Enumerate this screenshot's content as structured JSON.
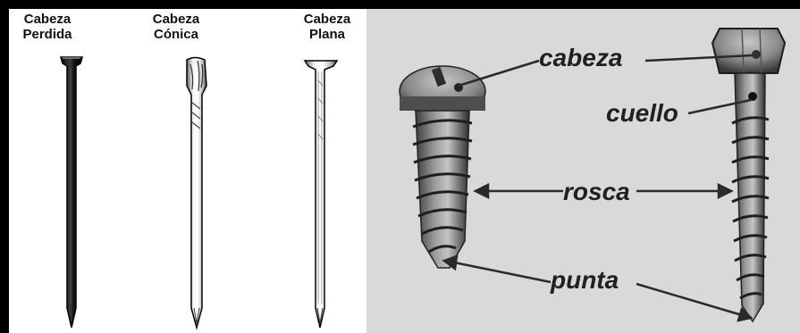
{
  "nails": [
    {
      "line1": "Cabeza",
      "line2": "Perdida"
    },
    {
      "line1": "Cabeza",
      "line2": "Cónica"
    },
    {
      "line1": "Cabeza",
      "line2": "Plana"
    }
  ],
  "screw_parts": {
    "head": "cabeza",
    "neck": "cuello",
    "thread": "rosca",
    "tip": "punta"
  },
  "colors": {
    "left_background": "#ffffff",
    "right_background": "#d9d9d9",
    "label_text": "#202020"
  }
}
